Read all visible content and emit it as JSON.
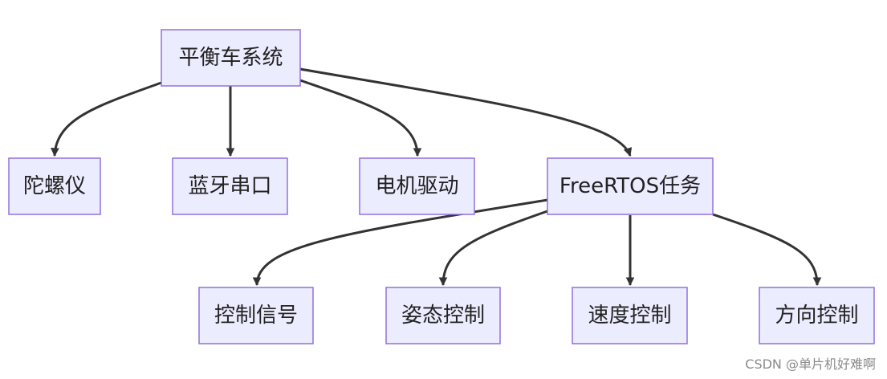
{
  "nodes": {
    "root": "平衡车系统",
    "gyro": "陀螺仪",
    "bluetooth": "蓝牙串口",
    "motor": "电机驱动",
    "freertos": "FreeRTOS任务",
    "control_signal": "控制信号",
    "attitude": "姿态控制",
    "speed": "速度控制",
    "direction": "方向控制"
  },
  "watermark": "CSDN @单片机好难啊",
  "colors": {
    "node_fill": "#ececff",
    "node_border": "#9370db",
    "edge": "#333333",
    "watermark": "#8a8a8a"
  }
}
